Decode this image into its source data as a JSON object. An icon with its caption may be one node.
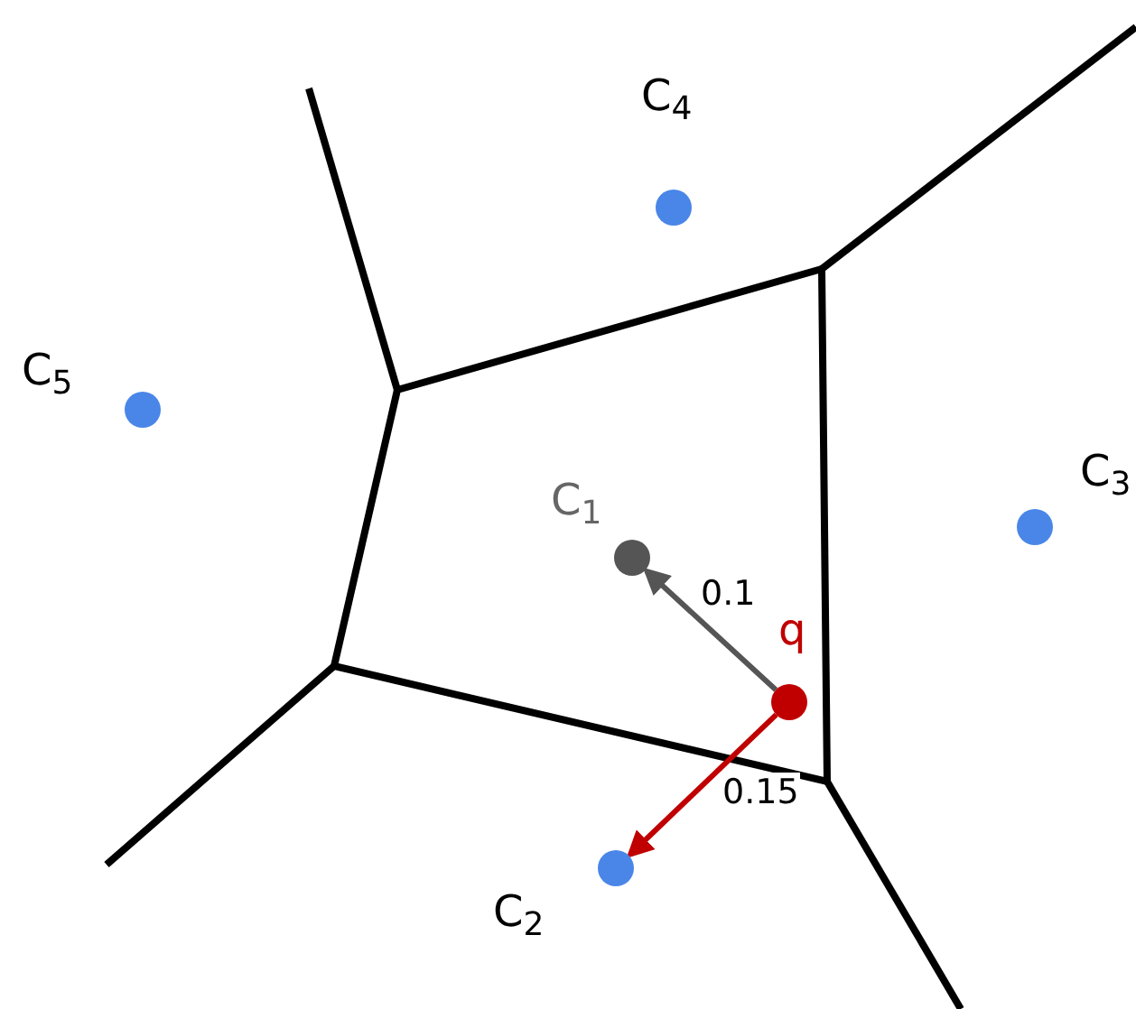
{
  "diagram": {
    "nodes": [
      {
        "text": [],
        "shape": "circle",
        "beside": [
          "C$_{4}$"
        ]
      },
      {
        "text": [],
        "shape": "circle",
        "beside": [
          "C$_{5}$"
        ]
      },
      {
        "text": [],
        "shape": "circle",
        "beside": [
          "C$_{3}$"
        ]
      },
      {
        "text": [],
        "shape": "circle",
        "beside": [
          "C$_{1}$"
        ]
      },
      {
        "text": [],
        "shape": "circle",
        "beside": [
          "q"
        ]
      },
      {
        "text": [],
        "shape": "circle",
        "beside": [
          "C$_{2}$"
        ]
      }
    ],
    "edges": [
      {
        "from": 4,
        "to": 3,
        "arrow": "to",
        "label": "0.1",
        "color": "#555555"
      },
      {
        "from": 4,
        "to": 5,
        "arrow": "to",
        "label": "0.15",
        "color": "#c00000"
      }
    ]
  }
}
